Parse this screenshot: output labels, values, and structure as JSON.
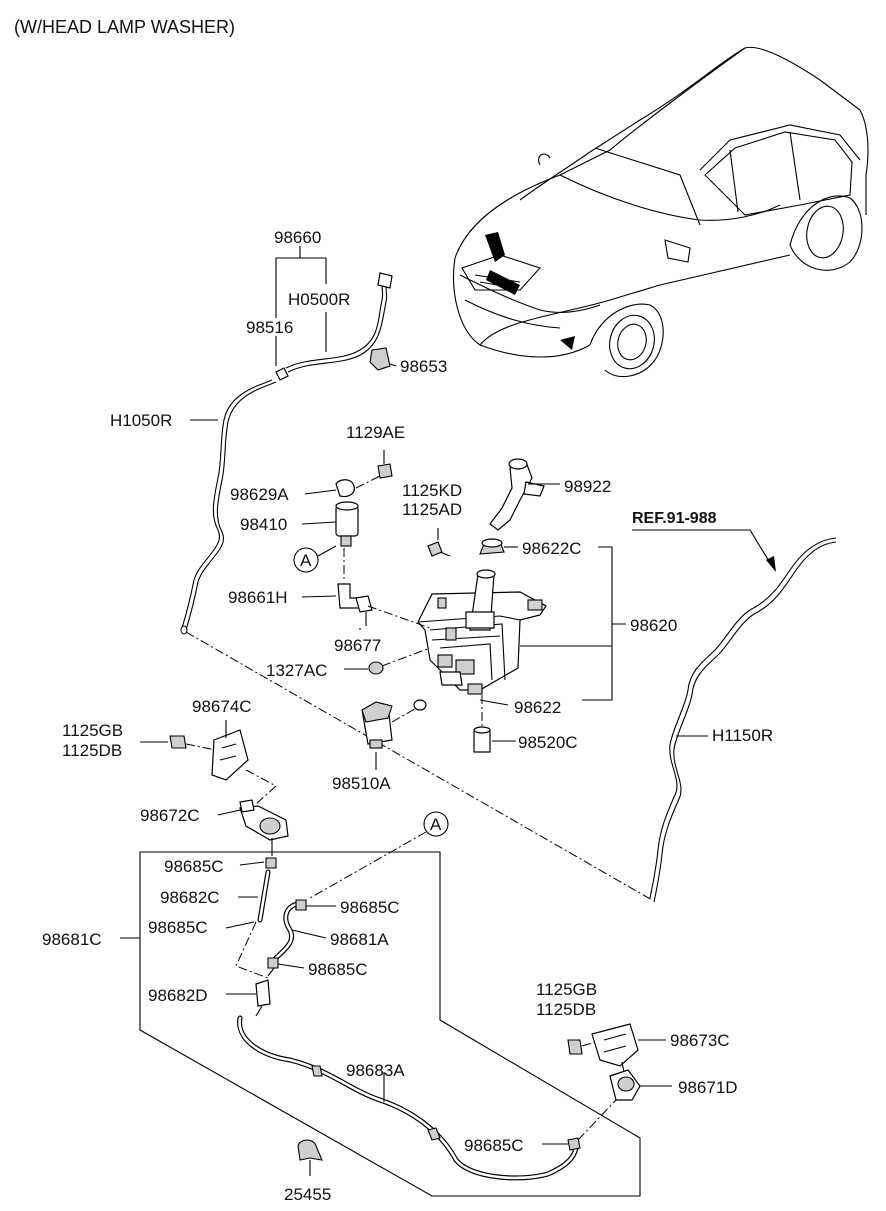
{
  "title": "(W/HEAD LAMP WASHER)",
  "ref_label": "REF.91-988",
  "callout_letter": "A",
  "labels": {
    "p98660": "98660",
    "pH0500R": "H0500R",
    "p98516": "98516",
    "p98653": "98653",
    "pH1050R": "H1050R",
    "p1129AE": "1129AE",
    "p98629A": "98629A",
    "p98410": "98410",
    "p98922": "98922",
    "p1125KD": "1125KD",
    "p1125AD": "1125AD",
    "p98622C": "98622C",
    "p98661H": "98661H",
    "p98620": "98620",
    "p98677": "98677",
    "p1327AC": "1327AC",
    "p98622": "98622",
    "p98674C": "98674C",
    "p1125GB_a": "1125GB",
    "p1125DB_a": "1125DB",
    "p98520C": "98520C",
    "pH1150R": "H1150R",
    "p98510A": "98510A",
    "p98672C": "98672C",
    "p98685C_1": "98685C",
    "p98682C": "98682C",
    "p98685C_2": "98685C",
    "p98685C_3": "98685C",
    "p98681C": "98681C",
    "p98681A": "98681A",
    "p98685C_4": "98685C",
    "p98682D": "98682D",
    "p1125GB_b": "1125GB",
    "p1125DB_b": "1125DB",
    "p98673C": "98673C",
    "p98683A": "98683A",
    "p98671D": "98671D",
    "p98685C_5": "98685C",
    "p25455": "25455"
  }
}
